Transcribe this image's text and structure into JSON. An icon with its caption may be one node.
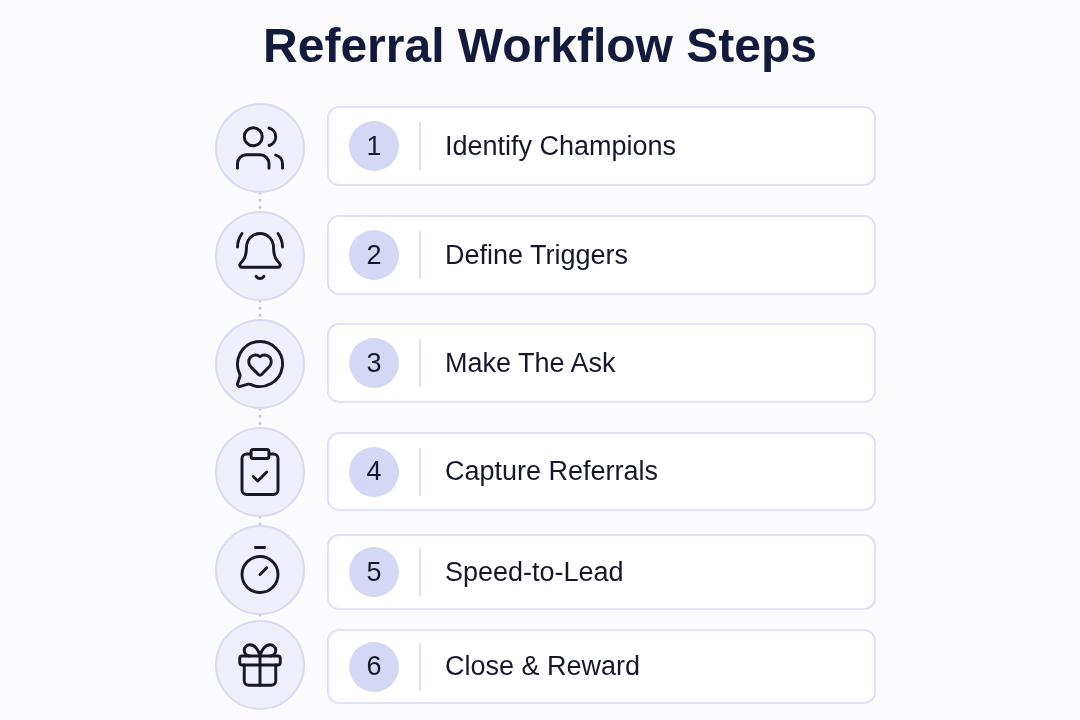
{
  "diagram": {
    "title": "Referral Workflow Steps",
    "nodes": [
      {
        "text": [],
        "shape": "circle"
      },
      {
        "text": [
          "1",
          "Identify Champions"
        ]
      },
      {
        "text": [],
        "shape": "circle"
      },
      {
        "text": [
          "2",
          "Define Triggers"
        ]
      },
      {
        "text": [],
        "shape": "circle"
      },
      {
        "text": [
          "3",
          "Make The Ask"
        ]
      },
      {
        "text": [],
        "shape": "circle"
      },
      {
        "text": [
          "4",
          "Capture Referrals"
        ]
      },
      {
        "text": [],
        "shape": "circle"
      },
      {
        "text": [
          "5",
          "Speed-to-Lead"
        ]
      },
      {
        "text": [],
        "shape": "circle"
      },
      {
        "text": [
          "6",
          "Close & Reward"
        ]
      }
    ],
    "edges": [
      {
        "from": 0,
        "to": 2,
        "arrow": "none",
        "style": "dashed"
      },
      {
        "from": 2,
        "to": 4,
        "arrow": "none",
        "style": "dashed"
      },
      {
        "from": 4,
        "to": 6,
        "arrow": "none",
        "style": "dashed"
      },
      {
        "from": 6,
        "to": 8,
        "arrow": "none",
        "style": "dashed"
      },
      {
        "from": 8,
        "to": 10,
        "arrow": "none",
        "style": "dashed"
      }
    ]
  }
}
